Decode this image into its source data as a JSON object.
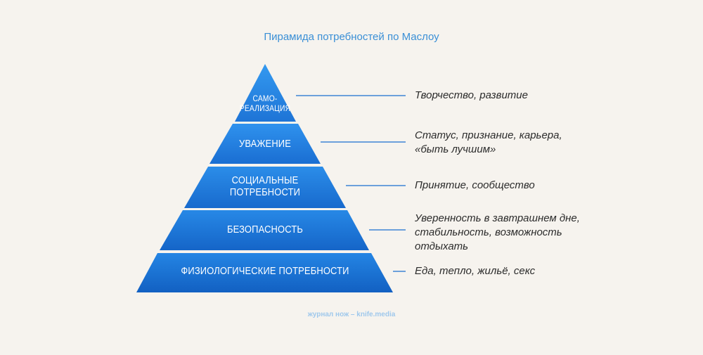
{
  "title": "Пирамида потребностей по Маслоу",
  "levels": [
    {
      "name": "САМО-\nРЕАЛИЗАЦИЯ",
      "description": "Творчество, развитие"
    },
    {
      "name": "УВАЖЕНИЕ",
      "description": "Статус, признание, карьера,\n«быть лучшим»"
    },
    {
      "name": "СОЦИАЛЬНЫЕ\nПОТРЕБНОСТИ",
      "description": "Принятие, сообщество"
    },
    {
      "name": "БЕЗОПАСНОСТЬ",
      "description": "Уверенность в завтрашнем дне,\nстабильность, возможность\nотдыхать"
    },
    {
      "name": "ФИЗИОЛОГИЧЕСКИЕ ПОТРЕБНОСТИ",
      "description": "Еда, тепло, жильё, секс"
    }
  ],
  "footer": "журнал нож – knife.media",
  "colors": {
    "pyramid_top": "#2f93ee",
    "pyramid_bottom": "#1462c4",
    "title": "#3a8fd6",
    "connector": "#1a6fd0"
  }
}
